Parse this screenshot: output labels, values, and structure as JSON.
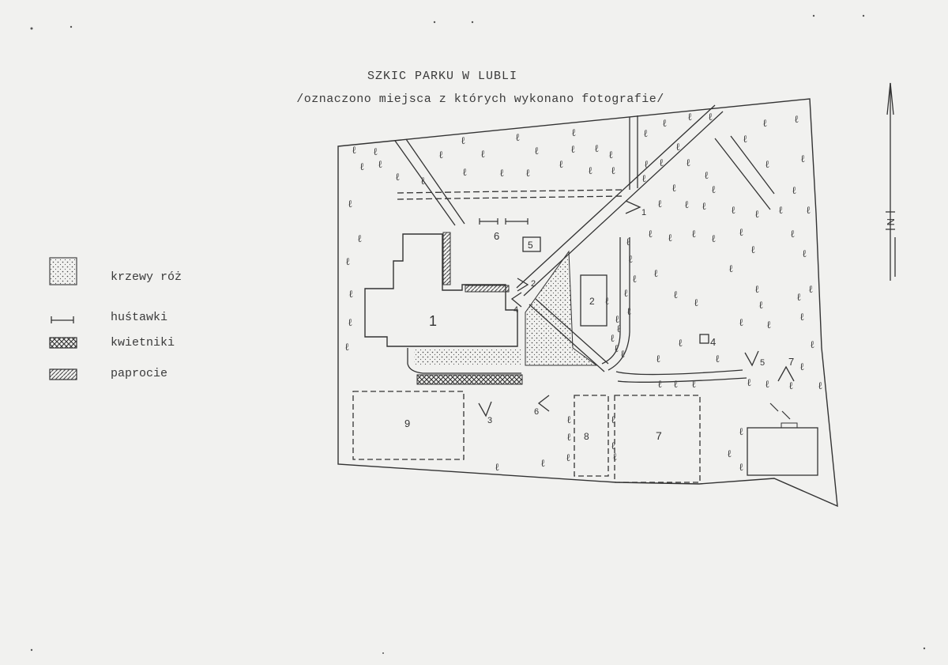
{
  "title": "SZKIC PARKU W LUBLI",
  "subtitle": "/oznaczono miejsca z których wykonano fotografie/",
  "legend": [
    {
      "id": "roses",
      "label": "krzewy róż",
      "icon": "dotted-square-icon"
    },
    {
      "id": "swings",
      "label": "huśtawki",
      "icon": "swing-icon"
    },
    {
      "id": "flowerbeds",
      "label": "kwietniki",
      "icon": "crosshatch-icon"
    },
    {
      "id": "ferns",
      "label": "paprocie",
      "icon": "diagonal-hatch-icon"
    }
  ],
  "map_labels": {
    "building_1": "1",
    "area_2": "2",
    "area_4": "4",
    "area_5": "5",
    "area_6": "6",
    "area_7": "7",
    "area_8": "8",
    "area_9": "9"
  },
  "photo_points": [
    "1",
    "2",
    "3",
    "4",
    "5",
    "6",
    "7"
  ],
  "north_marker": "N",
  "colors": {
    "paper": "#f1f1ef",
    "ink": "#333333"
  }
}
